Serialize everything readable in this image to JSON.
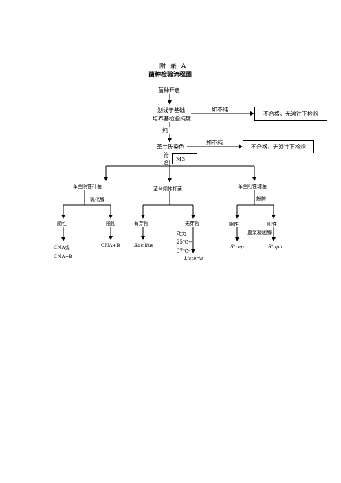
{
  "header": {
    "appendix": "附 录 A",
    "title": "菌种检验流程图"
  },
  "steps": {
    "open": "菌种开启",
    "streak_line1": "划线于基础",
    "streak_line2": "培养基检验纯度",
    "pure": "纯",
    "gram_stain": "革兰氏染色",
    "conform_1": "符",
    "conform_2": "合"
  },
  "branches": {
    "impure_1": "如不纯",
    "impure_2": "如不纯",
    "reject_1": "不合格，无须往下检验",
    "reject_2": "不合格，无须往下检验",
    "m3": "M3"
  },
  "gram_negative_rod": {
    "label": "革兰阴性杆菌",
    "test": "氧化酶",
    "negative": "阴性",
    "positive": "阳性",
    "result_neg_1": "CNA或",
    "result_neg_2": "CNA+B",
    "result_pos": "CNA+B"
  },
  "gram_positive_rod": {
    "label": "革兰阳性杆菌",
    "spore": "有芽孢",
    "no_spore": "无芽孢",
    "result_spore": "Bacillus",
    "motility": "动力",
    "temp_25": "25℃+",
    "temp_37": "37℃-",
    "result_no_spore": "Listeria"
  },
  "gram_positive_cocci": {
    "label": "革兰阳性球菌",
    "test": "触酶",
    "negative": "阴性",
    "positive": "阳性",
    "coagulase": "血浆凝固酶",
    "result_neg": "Strep",
    "result_pos": "Staph"
  }
}
